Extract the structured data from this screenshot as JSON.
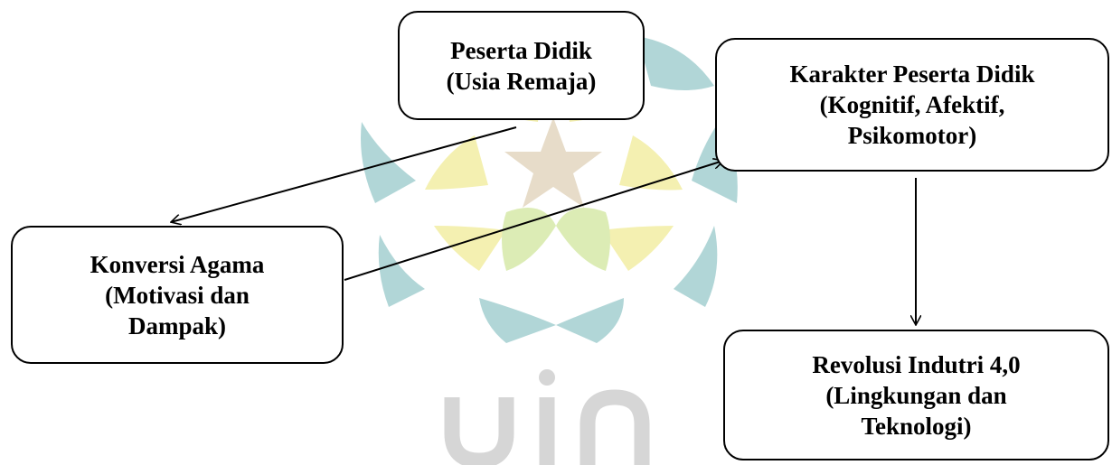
{
  "diagram": {
    "nodes": {
      "peserta_didik": {
        "line1": "Peserta Didik",
        "line2": "(Usia Remaja)"
      },
      "karakter": {
        "line1": "Karakter Peserta Didik",
        "line2": "(Kognitif, Afektif,",
        "line3": "Psikomotor)"
      },
      "konversi": {
        "line1": "Konversi Agama",
        "line2": "(Motivasi dan",
        "line3": "Dampak)"
      },
      "revolusi": {
        "line1": "Revolusi Indutri 4,0",
        "line2": "(Lingkungan dan",
        "line3": "Teknologi)"
      }
    },
    "edges": [
      {
        "from": "peserta_didik",
        "to": "konversi"
      },
      {
        "from": "konversi",
        "to": "karakter"
      },
      {
        "from": "karakter",
        "to": "revolusi"
      }
    ]
  },
  "watermark": {
    "text": "uin",
    "colors": {
      "teal": "#a9d2d3",
      "yellow": "#f3efa9",
      "green": "#d9ebad",
      "star": "#e5d9c4",
      "text": "#d6d6d6"
    }
  }
}
